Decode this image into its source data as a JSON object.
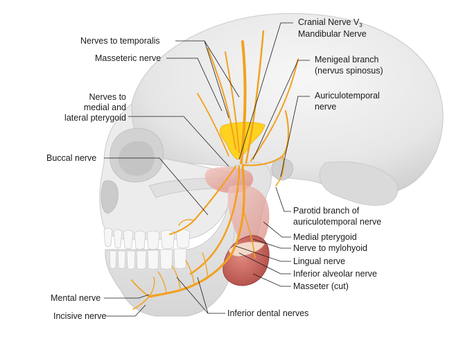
{
  "labels": {
    "cranial_nerve": "Cranial Nerve V",
    "cranial_nerve_sub": "3",
    "mandibular_nerve": "Mandibular Nerve",
    "nerves_to_temporalis": "Nerves to temporalis",
    "masseteric_nerve": "Masseteric nerve",
    "meningeal_branch_line1": "Menigeal branch",
    "meningeal_branch_line2": "(nervus spinosus)",
    "auriculotemporal_line1": "Auriculotemporal",
    "auriculotemporal_line2": "nerve",
    "pterygoid_line1": "Nerves to",
    "pterygoid_line2": "medial and",
    "pterygoid_line3": "lateral pterygoid",
    "buccal_nerve": "Buccal nerve",
    "parotid_line1": "Parotid branch of",
    "parotid_line2": "auriculotemporal nerve",
    "medial_pterygoid": "Medial pterygoid",
    "nerve_to_mylohyoid": "Nerve to mylohyoid",
    "lingual_nerve": "Lingual nerve",
    "inferior_alveolar_nerve": "Inferior alveolar nerve",
    "masseter_cut": "Masseter (cut)",
    "mental_nerve": "Mental nerve",
    "incisive_nerve": "Incisive nerve",
    "inferior_dental_nerves": "Inferior dental nerves"
  },
  "colors": {
    "nerve": "#f2a11f",
    "nerve_dark": "#d9840c",
    "ganglion": "#ffd21f",
    "bone": "#e9e9e9",
    "bone_shadow": "#cfcfcf",
    "muscle": "#c9605c",
    "muscle_light": "#e9a9a0",
    "leader": "#1a1a1a"
  }
}
